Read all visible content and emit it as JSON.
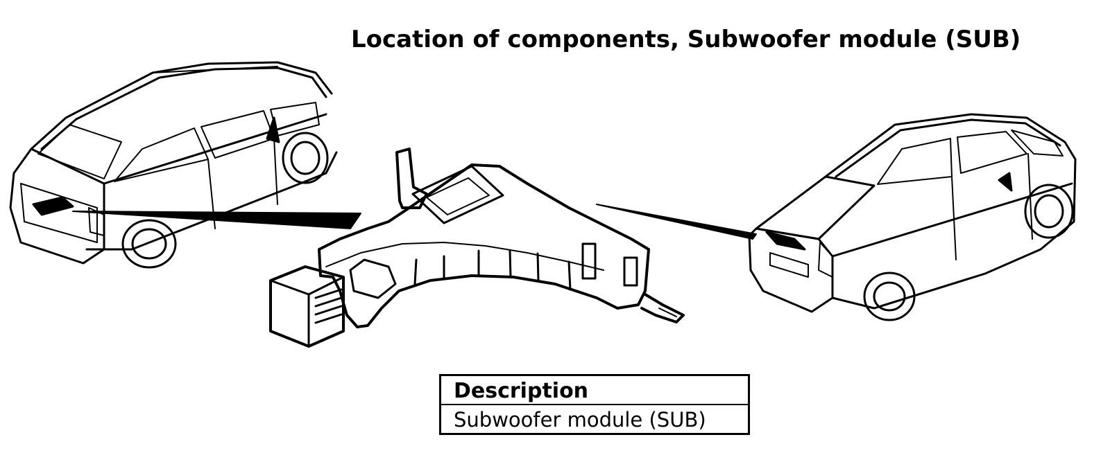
{
  "diagram": {
    "title": "Location of components, Subwoofer module (SUB)",
    "left_vehicle": "estate-car",
    "right_vehicle": "sedan-car",
    "component": "subwoofer-module"
  },
  "legend": {
    "header": "Description",
    "rows": [
      {
        "label": "Subwoofer module (SUB)"
      }
    ]
  }
}
